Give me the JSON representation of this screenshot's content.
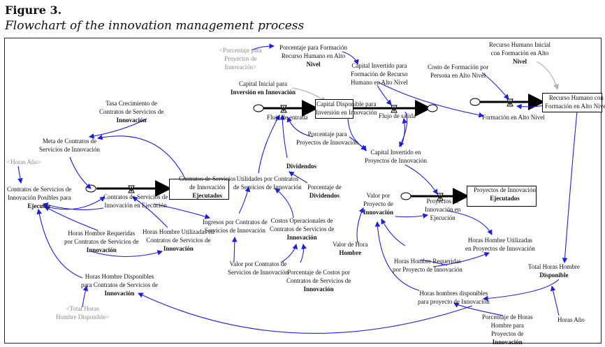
{
  "figure": {
    "label": "Figure 3.",
    "title": "Flowchart of the innovation management process"
  },
  "colors": {
    "link": "#1f1fe0",
    "ghost_link": "#b4b4b4",
    "flow": "#000000",
    "ghost_text": "#8a8a8a"
  },
  "nodes": {
    "tasa_crecimiento": [
      "Tasa Crecimiento de",
      "Contratos de Servicios de",
      "Innovación"
    ],
    "meta_contratos": [
      "Meta de Contratos de",
      "Servicios de Innovación"
    ],
    "horas_anio_ghost": [
      "<Horas Año>"
    ],
    "contratos_posibles": [
      "Contratos de Servicios de",
      "Innovación Posibles para",
      "Ejecutar"
    ],
    "contratos_en_ejecucion": [
      "Contratos de Servicios de",
      "Innovación en Ejecución"
    ],
    "contratos_ejecutados": [
      "Contratos de Servicios",
      "de Innovación",
      "Ejecutados"
    ],
    "horas_requeridas_contratos": [
      "Horas Hombre Requeridas",
      "por Contratos de Servicios de",
      "Innovación"
    ],
    "horas_utilizadas_contratos": [
      "Horas Hombre Utilizadas en",
      "Contratos de Servicios de",
      "Innovación"
    ],
    "horas_disponibles_contratos": [
      "Horas Hombre Disponibles",
      "para Contratos de Servicios de",
      "Innovación"
    ],
    "total_horas_ghost": [
      "<Total Horas",
      "Hombre Disponible>"
    ],
    "ingresos_contratos": [
      "Ingresos por Contratos de",
      "Servicios de Innovación"
    ],
    "valor_contratos": [
      "Valor por Contratos de",
      "Servicios de Innovación"
    ],
    "utilidades_contratos": [
      "Utilidades por Contratos",
      "de Servicios de Innovación"
    ],
    "costos_operacionales": [
      "Costos Operacionales de",
      "Contratos de Servicios de",
      "Innovación"
    ],
    "porcentaje_costos": [
      "Porcentaje de Costos por",
      "Contratos de Servicios de",
      "Innovación"
    ],
    "dividendos": [
      "Dividendos"
    ],
    "porcentaje_dividendos": [
      "Porcentaje de",
      "Dividendos"
    ],
    "porcentaje_proyectos_ghost": [
      "<Porcentaje para",
      "Proyectos de",
      "Innovación>"
    ],
    "porcentaje_formacion": [
      "Porcentaje para Formación",
      "Recurso Humano en Alto",
      "Nivel"
    ],
    "capital_inicial": [
      "Capital Inicial para",
      "Inversión en Innovación"
    ],
    "capital_disponible": [
      "Capital Disponible para",
      "Inversión en Innovación"
    ],
    "flujo_entrada": [
      "Flujo de entrada"
    ],
    "flujo_salida": [
      "Flujo de salida"
    ],
    "capital_formacion": [
      "Capital Invertido para",
      "Formación de Recurso",
      "Humano en Alto Nivel"
    ],
    "porcentaje_proyectos": [
      "Porcentaje para",
      "Proyectos de Innovación"
    ],
    "capital_proyectos": [
      "Capital Invertido en",
      "Proyectos de Innovación"
    ],
    "costo_formacion": [
      "Costo de Formación por",
      "Persona en Alto Nivel"
    ],
    "rh_inicial": [
      "Recurso Humano Inicial",
      "con Formación en Alto",
      "Nivel"
    ],
    "rh_formacion": [
      "Recurso Humano con",
      "Formación en Alto Nivel"
    ],
    "formacion_flow": [
      "Formación en Alto Nivel"
    ],
    "valor_proyecto": [
      "Valor por",
      "Proyecto de",
      "Innovación"
    ],
    "valor_hora": [
      "Valor de Hora",
      "Hombre"
    ],
    "proyectos_en_ejecucion": [
      "Proyectos de",
      "Innovación en",
      "Ejecución"
    ],
    "proyectos_ejecutados": [
      "Proyectos de Innovación",
      "Ejecutados"
    ],
    "horas_utilizadas_proyectos": [
      "Horas Hombre Utilizadas",
      "en Proyectos de Innovación"
    ],
    "horas_requeridas_proyecto": [
      "Horas Hombre Requeridas",
      "por Proyecto de Innovación"
    ],
    "total_horas": [
      "Total Horas Hombre",
      "Disponible"
    ],
    "horas_disponibles_proyecto": [
      "Horas hombres disponibles",
      "para proyecto de Innovación"
    ],
    "porcentaje_horas_proyectos": [
      "Porcentaje de Horas",
      "Hombre para",
      "Proyectos de",
      "Innovación"
    ],
    "horas_anio": [
      "Horas Año"
    ]
  }
}
